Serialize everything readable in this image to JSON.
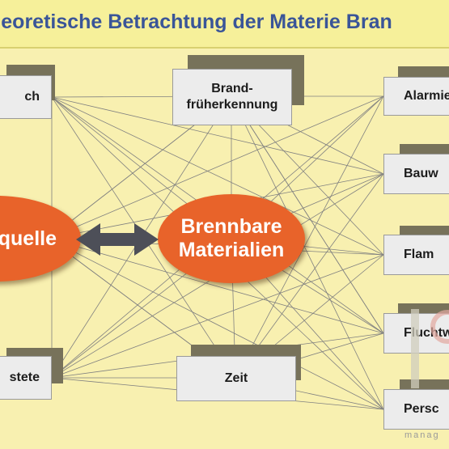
{
  "title": "heoretische Betrachtung der Materie Bran",
  "nodes": {
    "top_left": "ch",
    "top_center": "Brand-\nfrüherkennung",
    "top_right": "Alarmie",
    "right_2": "Bauw",
    "right_3": "Flam",
    "right_4": "Fluchtw",
    "right_5": "Persc",
    "bottom_left": "stete",
    "bottom_center": "Zeit"
  },
  "ellipses": {
    "left": "quelle",
    "center": "Brennbare\nMaterialien"
  },
  "watermark": "manag",
  "colors": {
    "background": "#f8f0b0",
    "title": "#3a5598",
    "ellipse": "#e8632a",
    "arrow": "#4d4f58",
    "lines": "#808080"
  }
}
